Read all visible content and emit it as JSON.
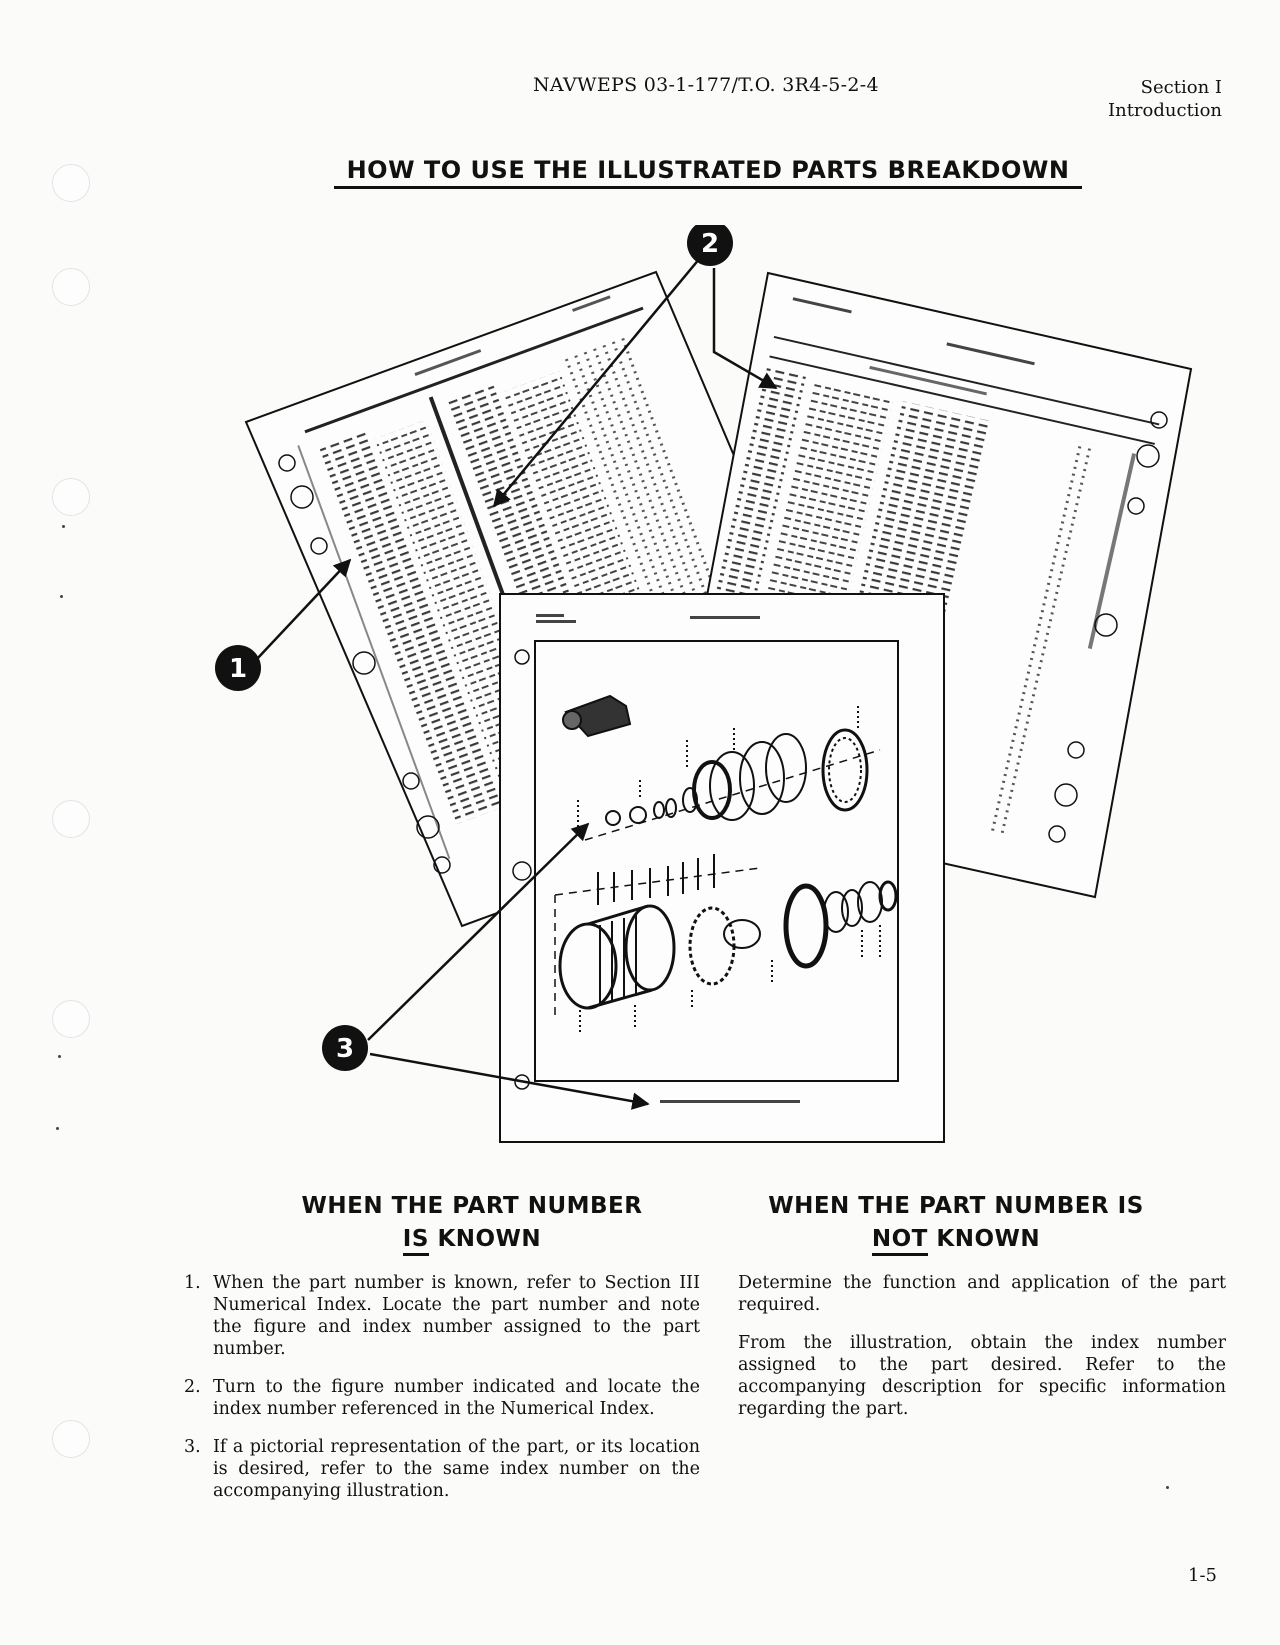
{
  "header": {
    "doc_number": "NAVWEPS 03-1-177/T.O. 3R4-5-2-4",
    "section": "Section I",
    "section_title": "Introduction"
  },
  "title": "HOW TO USE THE ILLUSTRATED PARTS BREAKDOWN",
  "callouts": [
    "1",
    "2",
    "3"
  ],
  "left_column": {
    "heading_line1": "WHEN THE PART NUMBER",
    "heading_emph": "IS",
    "heading_rest": "KNOWN",
    "steps": [
      {
        "num": "1.",
        "text": "When the part number is known, refer to Section III Numerical Index. Locate the part number and note the figure and index number assigned to the part number."
      },
      {
        "num": "2.",
        "text": "Turn to the figure number indicated and locate the index number referenced in the Numerical Index."
      },
      {
        "num": "3.",
        "text": "If a pictorial representation of the part, or its location is desired, refer to the same index number on the accompanying illustration."
      }
    ]
  },
  "right_column": {
    "heading_line1": "WHEN THE PART NUMBER IS",
    "heading_emph": "NOT",
    "heading_rest": "KNOWN",
    "paragraphs": [
      "Determine the function and application of the part required.",
      "From the illustration, obtain the index number assigned to the part desired. Refer to the accompanying description for specific information regarding the part."
    ]
  },
  "page_number": "1-5"
}
